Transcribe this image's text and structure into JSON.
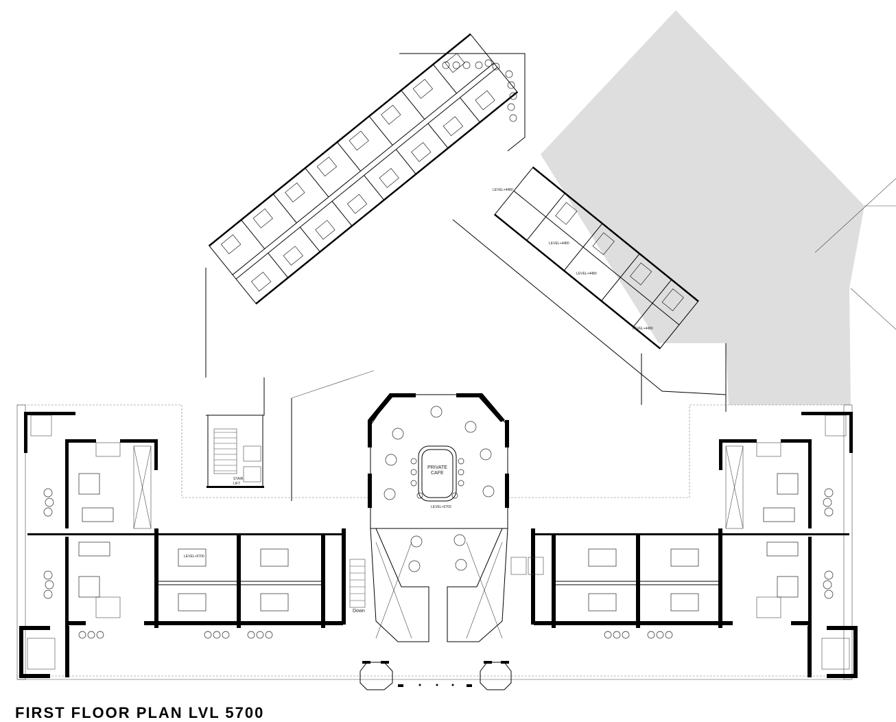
{
  "drawing": {
    "title": "FIRST FLOOR PLAN LVL 5700",
    "labels": {
      "private_cafe_line1": "PRIVATE",
      "private_cafe_line2": "CAFE",
      "cafe_level": "LEVEL+5700",
      "wing_level_a": "LEVEL+4480",
      "wing_level_b": "LEVEL+4480",
      "wing_level_c": "LEVEL+4480",
      "wing_level_d": "LEVEL+4480",
      "left_suite_level": "LEVEL+5700",
      "stair_label": "STAIR",
      "lift_label": "LIFT",
      "down_label": "Down"
    },
    "colors": {
      "wall": "#000000",
      "adjacent_building": "#dedede",
      "line": "#222222"
    }
  }
}
